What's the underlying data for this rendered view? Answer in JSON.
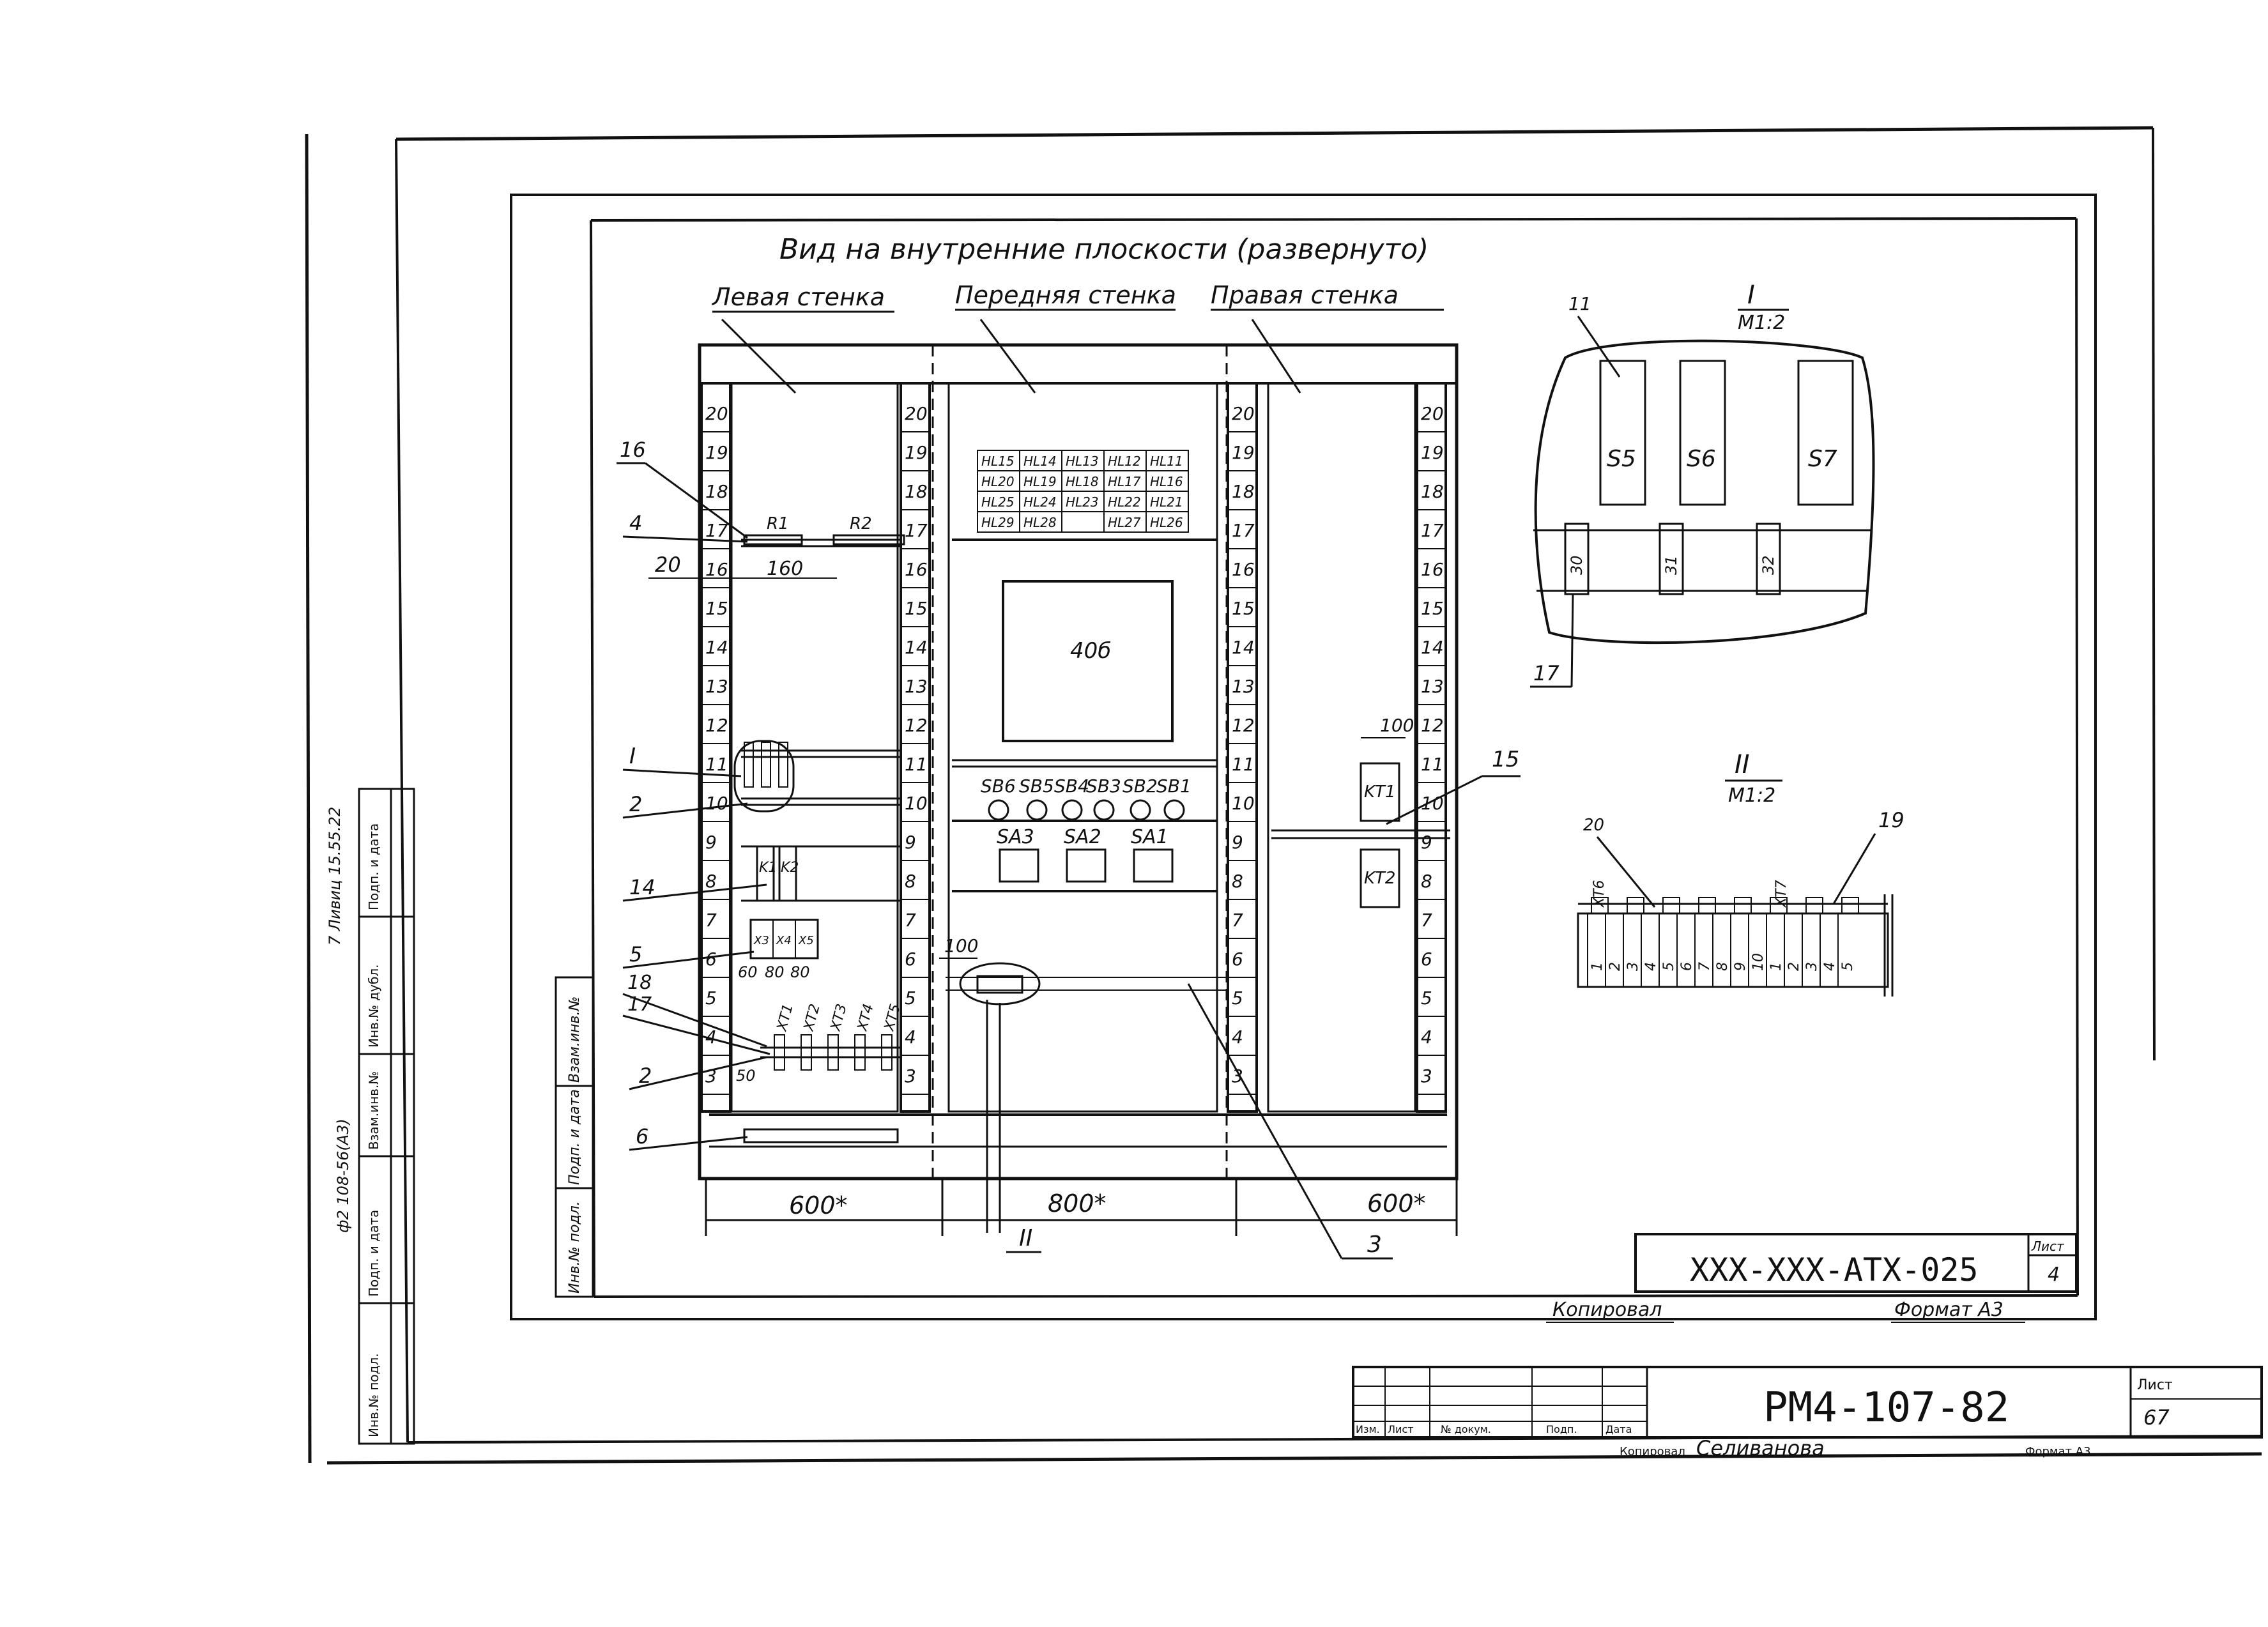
{
  "title": "Вид на внутренние плоскости (развернуто)",
  "wall_labels": {
    "left": "Левая стенка",
    "front": "Передняя стенка",
    "right": "Правая стенка"
  },
  "ruler_numbers": [
    "20",
    "19",
    "18",
    "17",
    "16",
    "15",
    "14",
    "13",
    "12",
    "11",
    "10",
    "9",
    "8",
    "7",
    "6",
    "5",
    "4",
    "3"
  ],
  "hl_grid": [
    [
      "HL15",
      "HL14",
      "HL13",
      "HL12",
      "HL11"
    ],
    [
      "HL20",
      "HL19",
      "HL18",
      "HL17",
      "HL16"
    ],
    [
      "HL25",
      "HL24",
      "HL23",
      "HL22",
      "HL21"
    ],
    [
      "HL29",
      "HL28",
      "",
      "HL27",
      "HL26"
    ]
  ],
  "device_main": "40б",
  "buttons": [
    "SB6",
    "SB5",
    "SB4",
    "SB3",
    "SB2",
    "SB1"
  ],
  "switches": [
    "SA3",
    "SA2",
    "SA1"
  ],
  "relays": [
    "KT1",
    "KT2"
  ],
  "left_wall": {
    "resistors": [
      "R1",
      "R2"
    ],
    "contactors": [
      "K1",
      "K2"
    ],
    "terminals": [
      "XT1",
      "XT2",
      "XT3",
      "XT4",
      "XT5"
    ],
    "small_terminals": [
      "X3",
      "X4",
      "X5"
    ],
    "dims": [
      "160",
      "20",
      "60",
      "80",
      "80",
      "50"
    ]
  },
  "callouts": [
    "16",
    "4",
    "20",
    "I",
    "2",
    "14",
    "5",
    "18",
    "17",
    "2",
    "6",
    "15",
    "100",
    "100",
    "3",
    "II"
  ],
  "bottom_dims": [
    "600*",
    "800*",
    "600*"
  ],
  "detail_1": {
    "label": "I",
    "scale": "М1:2",
    "switches": [
      "S5",
      "S6",
      "S7"
    ],
    "clips": [
      "30",
      "31",
      "32"
    ],
    "callouts": [
      "11",
      "17"
    ]
  },
  "detail_2": {
    "label": "II",
    "scale": "М1:2",
    "labels": [
      "XT6",
      "XT7"
    ],
    "callouts": [
      "20",
      "19"
    ],
    "terminal_numbers": [
      "1",
      "2",
      "3",
      "4",
      "5",
      "6",
      "7",
      "8",
      "9",
      "10",
      "1",
      "2",
      "3",
      "4",
      "5"
    ]
  },
  "inner_stamp": {
    "code": "XXX-XXX-ATX-025",
    "sheet_label": "Лист",
    "sheet": "4"
  },
  "copy_note": "Копировал",
  "format_note": "Формат А3",
  "side_strip": [
    "Инв.№ подл.",
    "Подп. и дата",
    "Взам.инв.№"
  ],
  "outer_side_strip": [
    "Инв.№ подл.",
    "Подп. и дата",
    "Взам.инв.№",
    "Инв.№ дубл.",
    "Подп. и дата"
  ],
  "rotated_note_1": "ф2 108-56(А3)",
  "rotated_note_2": "7 Ливиц 15.55.22",
  "outer_stamp": {
    "code": "РМ4-107-82",
    "headers": [
      "Изм.",
      "Лист",
      "№ докум.",
      "Подп.",
      "Дата"
    ],
    "sheet_label": "Лист",
    "sheet": "67",
    "copied_by": "Копировал",
    "copier": "Селиванова",
    "format": "Формат А3"
  }
}
